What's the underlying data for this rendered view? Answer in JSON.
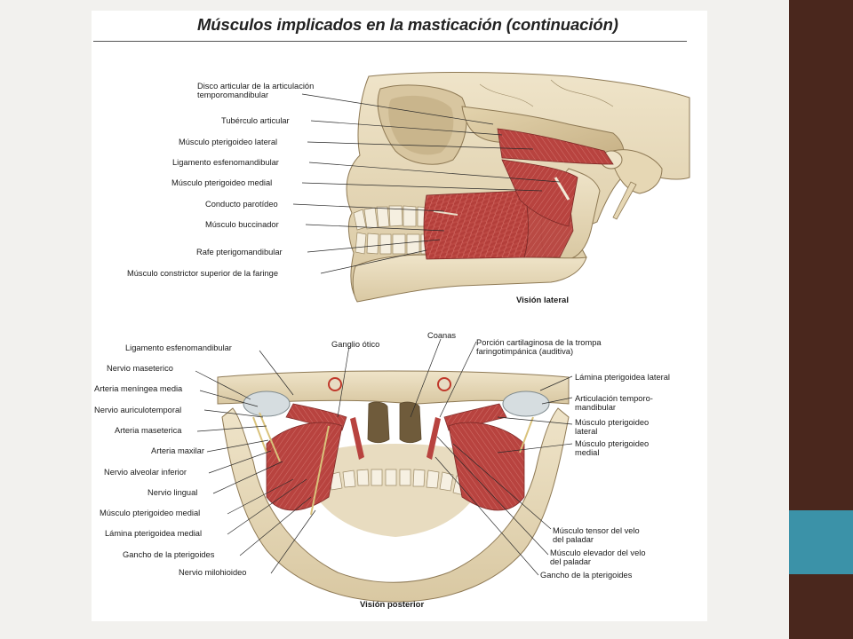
{
  "title": "Músculos implicados en la masticación (continuación)",
  "lateral_view": {
    "caption": "Visión lateral",
    "labels": [
      "Disco articular de la articulación",
      "temporomandibular",
      "Tubérculo articular",
      "Músculo pterigoideo lateral",
      "Ligamento esfenomandibular",
      "Músculo pterigoideo medial",
      "Conducto parotídeo",
      "Músculo buccinador",
      "Rafe pterigomandibular",
      "Músculo constrictor superior de la faringe"
    ]
  },
  "posterior_view": {
    "caption": "Visión posterior",
    "left_labels": [
      "Ligamento esfenomandibular",
      "Nervio maseterico",
      "Arteria meníngea media",
      "Nervio auriculotemporal",
      "Arteria maseterica",
      "Arteria maxilar",
      "Nervio alveolar inferior",
      "Nervio lingual",
      "Músculo pterigoideo medial",
      "Lámina pterigoidea medial",
      "Gancho de la pterigoides",
      "Nervio milohioideo"
    ],
    "top_labels": [
      "Ganglio ótico",
      "Coanas",
      "Porción cartilaginosa de la trompa",
      "faringotimpánica (auditiva)"
    ],
    "right_labels": [
      "Lámina pterigoidea lateral",
      "Articulación temporo-",
      "mandibular",
      "Músculo pterigoideo",
      "lateral",
      "Músculo pterigoideo",
      "medial",
      "Músculo tensor del velo",
      "del paladar",
      "Músculo elevador del velo",
      "del paladar",
      "Gancho de la pterigoides"
    ]
  },
  "colors": {
    "sidebar": "#4a271d",
    "accent": "#3b92a8",
    "bone": "#e8dcc0",
    "muscle": "#b8433f"
  }
}
